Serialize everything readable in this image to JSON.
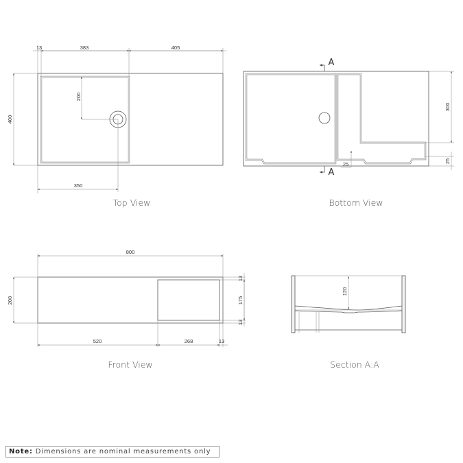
{
  "top_view": {
    "caption": "Top View",
    "dims": {
      "left_rim": "13",
      "basin_width": "383",
      "shelf_width": "405",
      "depth": "400",
      "drain_from_back": "200",
      "drain_from_left": "350"
    }
  },
  "bottom_view": {
    "caption": "Bottom View",
    "section_marker": "A",
    "dims": {
      "recess_depth": "300",
      "front_gap": "25",
      "rib_offset": "25"
    }
  },
  "front_view": {
    "caption": "Front View",
    "dims": {
      "total_width": "800",
      "height": "200",
      "left_width": "520",
      "opening_width": "268",
      "right_rim": "13",
      "top_rim": "13",
      "opening_height": "175",
      "bottom_rim": "13"
    }
  },
  "section_view": {
    "caption": "Section A:A",
    "dims": {
      "basin_depth": "120"
    }
  },
  "note": {
    "label": "Note:",
    "text": "Dimensions are nominal measurements only"
  }
}
